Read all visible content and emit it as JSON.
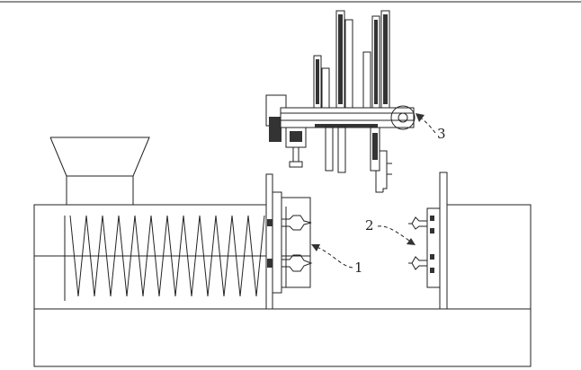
{
  "figure": {
    "callouts": [
      {
        "id": "callout-1",
        "text": "1"
      },
      {
        "id": "callout-2",
        "text": "2"
      },
      {
        "id": "callout-3",
        "text": "3"
      }
    ],
    "parts": {
      "hopper": "hopper-icon",
      "barrel": "extruder-barrel",
      "screw": "screw-icon",
      "mold_fixed": "fixed-mold-icon",
      "mold_moving": "moving-mold-icon",
      "manipulator": "robot-manipulator-icon"
    },
    "colors": {
      "line": "#222222",
      "background": "#ffffff"
    }
  }
}
